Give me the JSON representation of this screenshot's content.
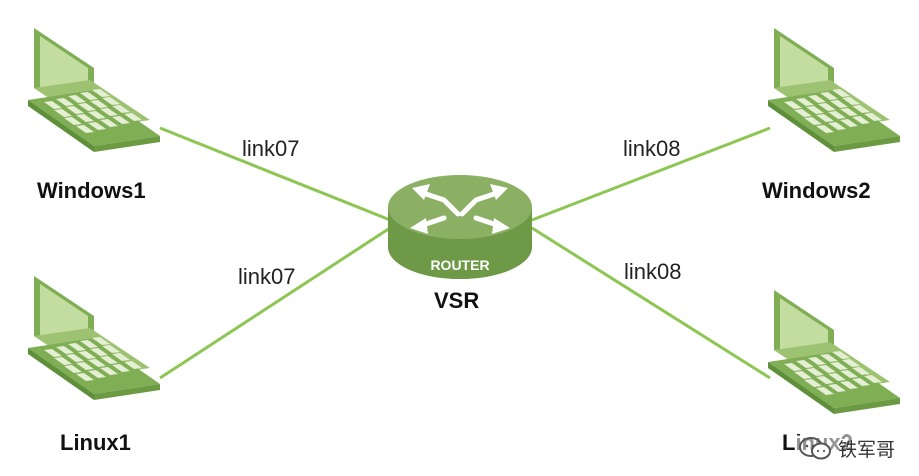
{
  "colors": {
    "link": "#8dc653",
    "laptop_body": "#7fae55",
    "laptop_dark": "#5f8f3a",
    "screen": "#c3dda0",
    "router_top": "#8bb064",
    "router_side": "#6e9a47"
  },
  "nodes": {
    "windows1": "Windows1",
    "linux1": "Linux1",
    "router": "VSR",
    "router_badge": "ROUTER",
    "windows2": "Windows2",
    "linux2": "Linux2"
  },
  "links": {
    "w1": "link07",
    "l1": "link07",
    "w2": "link08",
    "l2": "link08"
  },
  "icons": {
    "laptop": "laptop-icon",
    "router": "router-icon",
    "watermark": "chat-bubble-icon"
  },
  "watermark": {
    "text": "铁军哥"
  }
}
